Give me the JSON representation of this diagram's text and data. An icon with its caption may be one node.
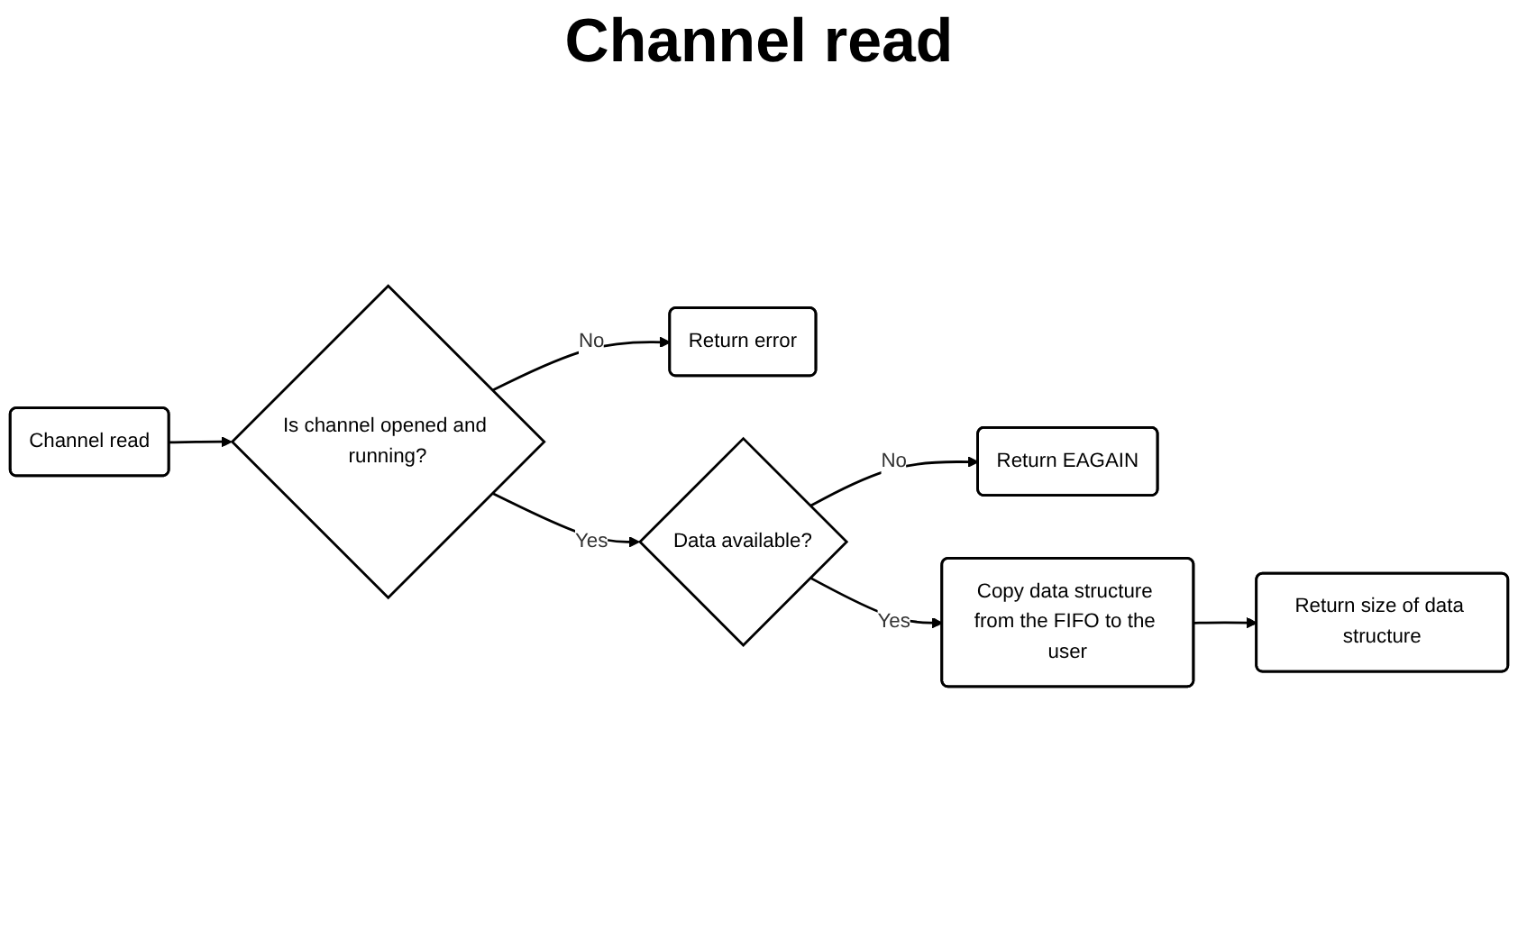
{
  "diagram": {
    "title": "Channel read",
    "nodes": [
      {
        "text": [
          "Channel read"
        ]
      },
      {
        "text": [
          "Is channel opened and running?"
        ]
      },
      {
        "text": [
          "Return error"
        ]
      },
      {
        "text": [
          "Data available?"
        ]
      },
      {
        "text": [
          "Return EAGAIN"
        ]
      },
      {
        "text": [
          "Copy data structure from the FIFO to the user"
        ]
      },
      {
        "text": [
          "Return size of data structure"
        ]
      }
    ],
    "edges": [
      {
        "from": 0,
        "to": 1,
        "arrow": "to"
      },
      {
        "from": 1,
        "to": 2,
        "arrow": "to",
        "label": "No"
      },
      {
        "from": 1,
        "to": 3,
        "arrow": "to",
        "label": "Yes"
      },
      {
        "from": 3,
        "to": 4,
        "arrow": "to",
        "label": "No"
      },
      {
        "from": 3,
        "to": 5,
        "arrow": "to",
        "label": "Yes"
      },
      {
        "from": 5,
        "to": 6,
        "arrow": "to"
      }
    ]
  }
}
